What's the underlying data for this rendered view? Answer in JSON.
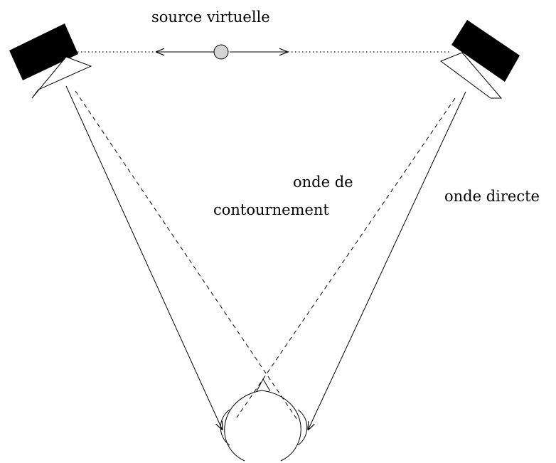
{
  "labels": {
    "virtual_source": "source virtuelle",
    "crosstalk_wave_line1": "onde de",
    "crosstalk_wave_line2": "contournement",
    "direct_wave": "onde directe"
  },
  "colors": {
    "stroke": "#000000",
    "speaker_body": "#000000",
    "virtual_source_fill": "#d3d3d3",
    "background": "#ffffff"
  }
}
